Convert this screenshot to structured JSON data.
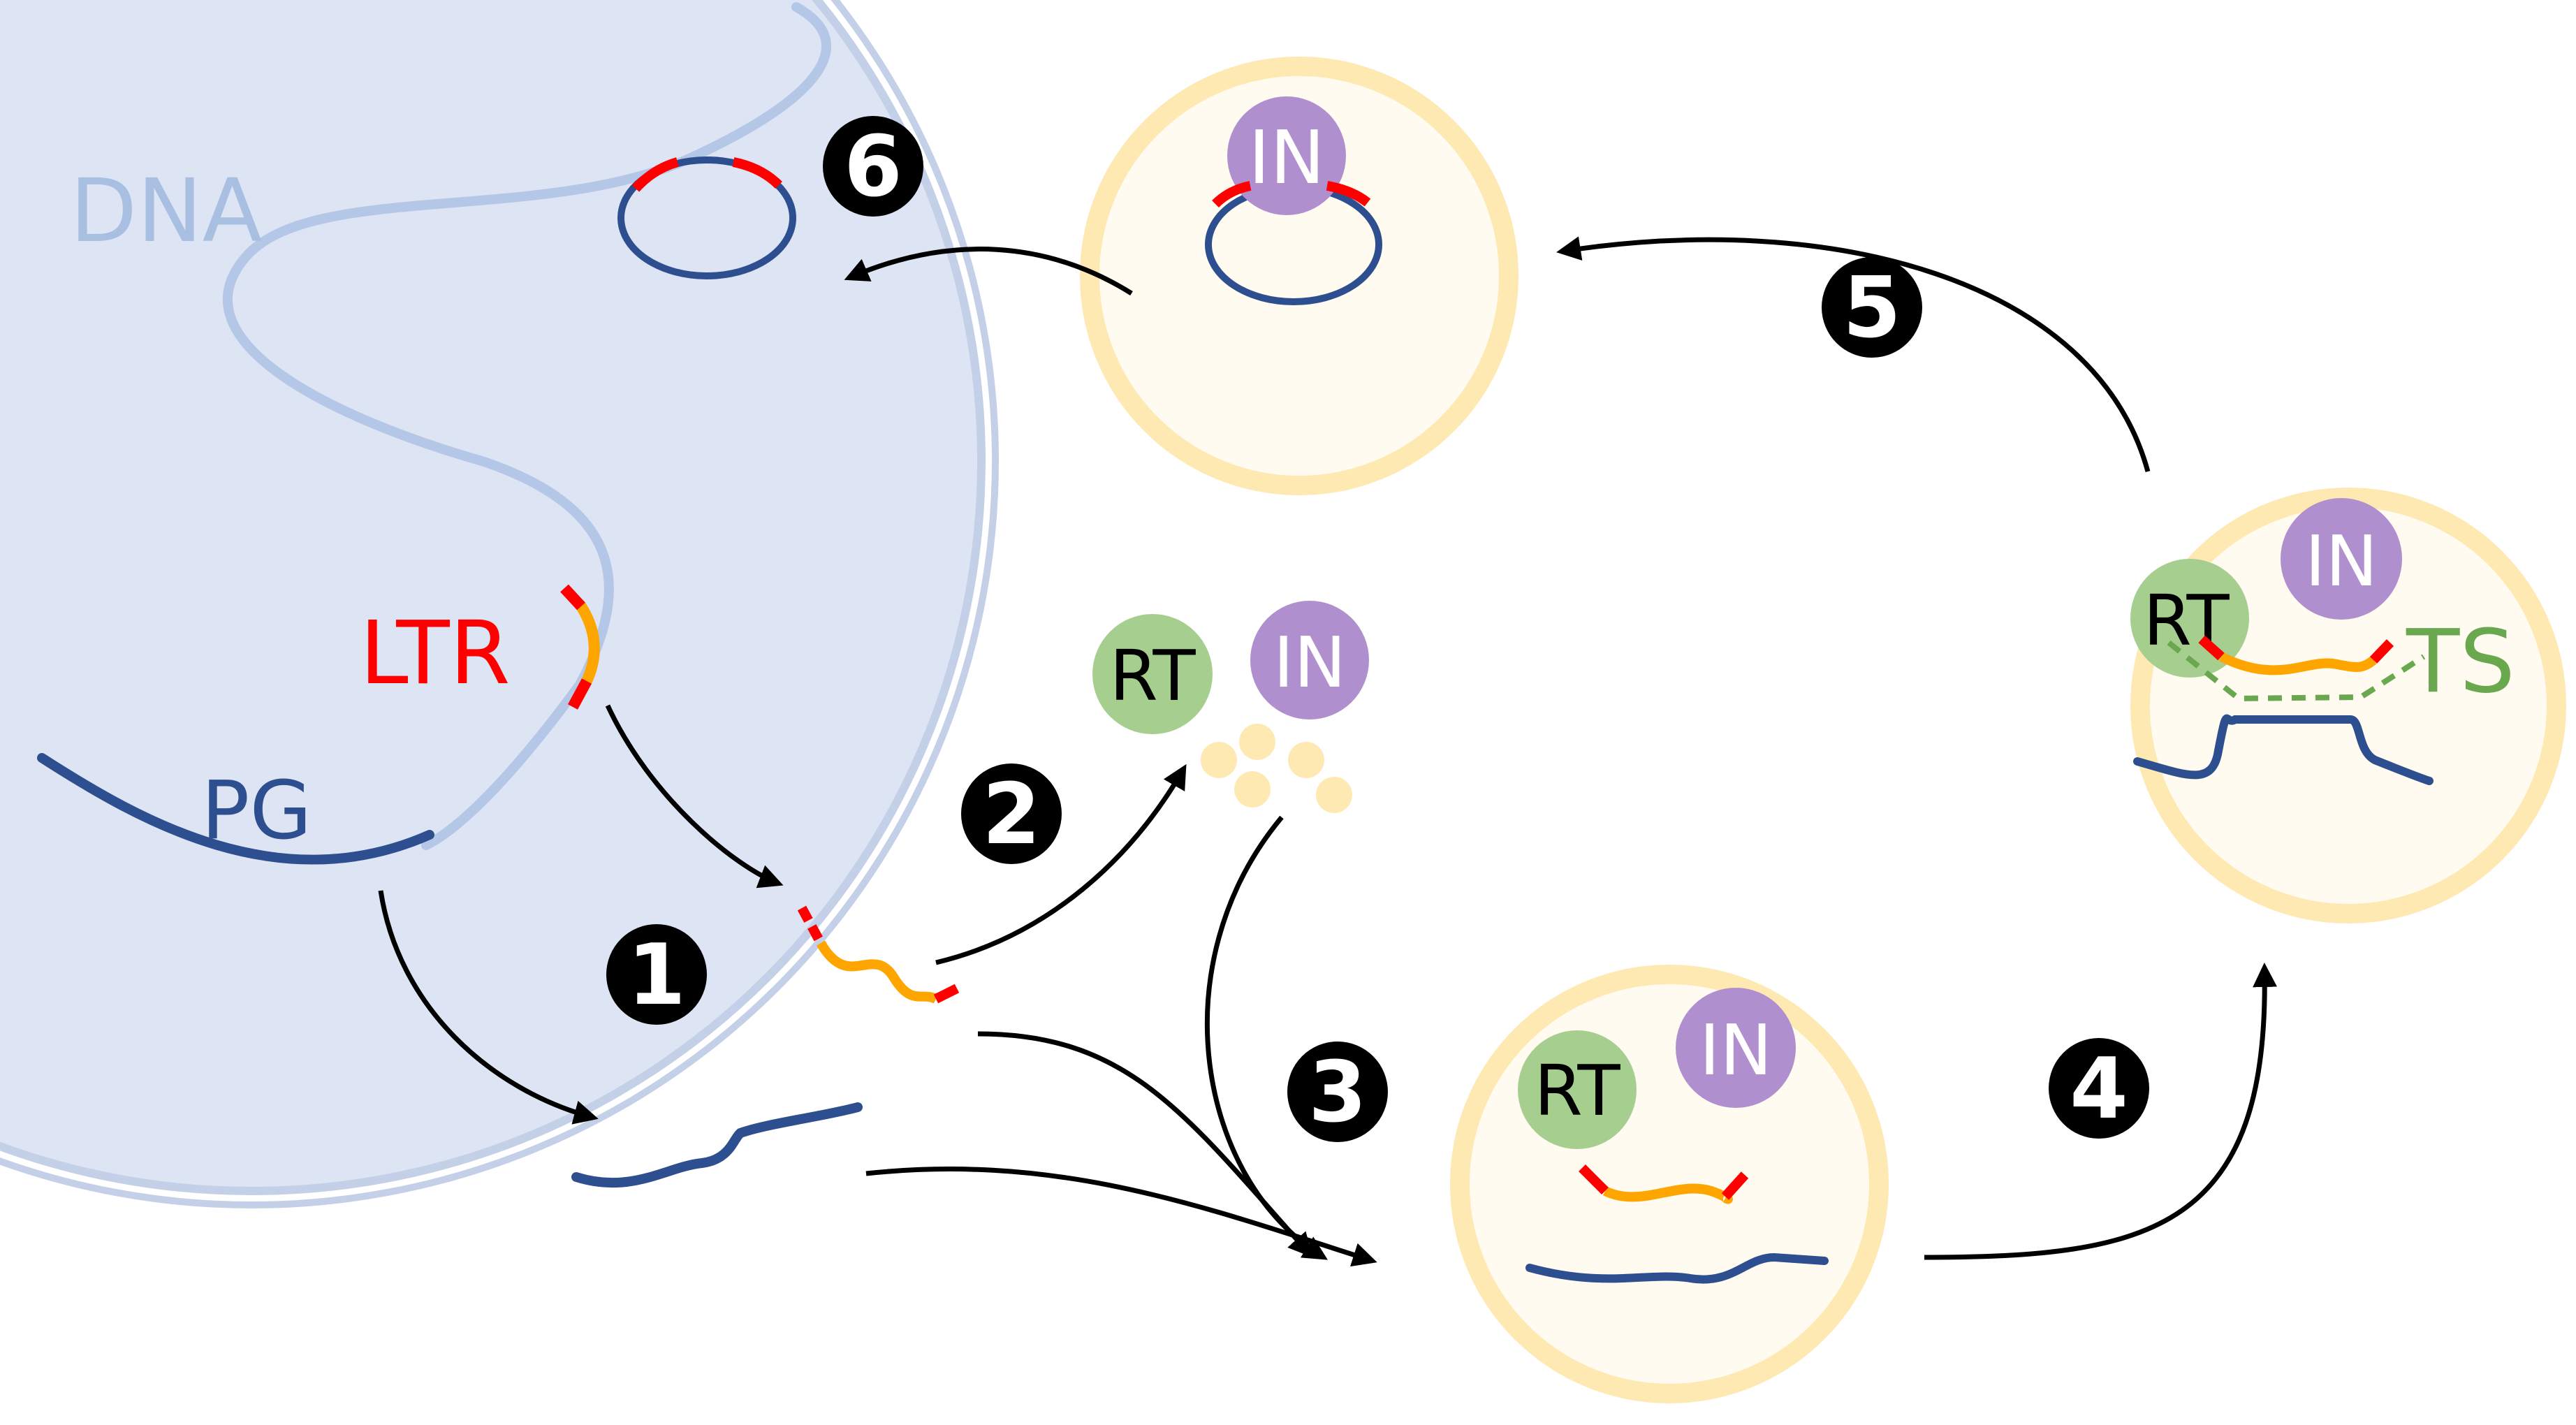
{
  "labels": {
    "dna": "DNA",
    "ltr": "LTR",
    "pg": "PG"
  },
  "proteins": {
    "rt": "RT",
    "in": "IN",
    "ts": "TS"
  },
  "steps": [
    "1",
    "2",
    "3",
    "4",
    "5",
    "6"
  ],
  "colors": {
    "nucleus_fill": "#dde5f4",
    "nucleus_border": "#c3d0e8",
    "dna_strand": "#b4c7e7",
    "dna_label": "#a9bfe2",
    "pg_blue": "#2e4f8f",
    "ltr_red": "#ff0000",
    "ltr_orange": "#ffa500",
    "vlp_fill": "#fffbf0",
    "vlp_border": "#ffe9b3",
    "rt_green": "#a6cf8f",
    "in_purple": "#b08fce",
    "ts_green": "#6aa84f",
    "step_badge": "#000000",
    "arrow": "#000000"
  }
}
